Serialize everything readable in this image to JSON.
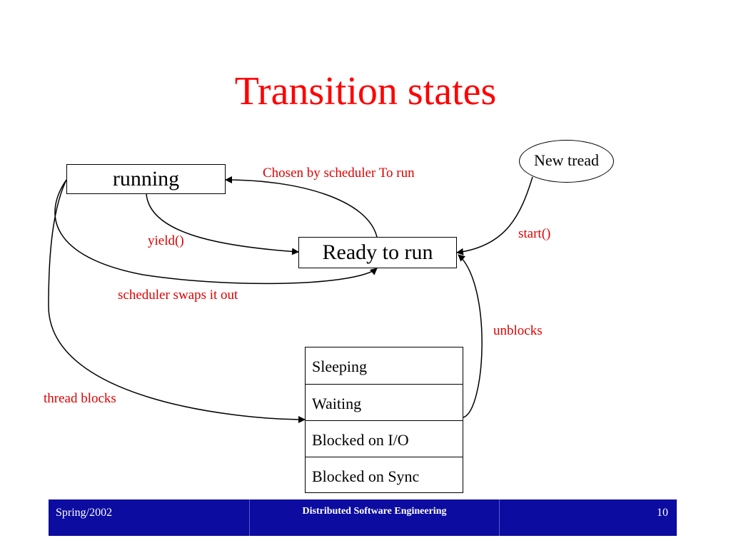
{
  "slide": {
    "title": "Transition states"
  },
  "diagram": {
    "states": {
      "running": "running",
      "ready": "Ready to run",
      "new": "New tread",
      "blocked": [
        "Sleeping",
        "Waiting",
        "Blocked on I/O",
        "Blocked on Sync"
      ]
    },
    "transitions": {
      "chosen": "Chosen by scheduler To run",
      "yield": "yield()",
      "swaps": "scheduler swaps it out",
      "start": "start()",
      "unblocks": "unblocks",
      "thread_blocks": "thread blocks"
    },
    "colors": {
      "title": "#ff0000",
      "edge_label": "#e00000",
      "stroke": "#000000"
    }
  },
  "footer": {
    "left": "Spring/2002",
    "center_line1": "Distributed Software Engineering",
    "center_line2": "",
    "page_number": "10",
    "background": "#0c0ca0"
  }
}
